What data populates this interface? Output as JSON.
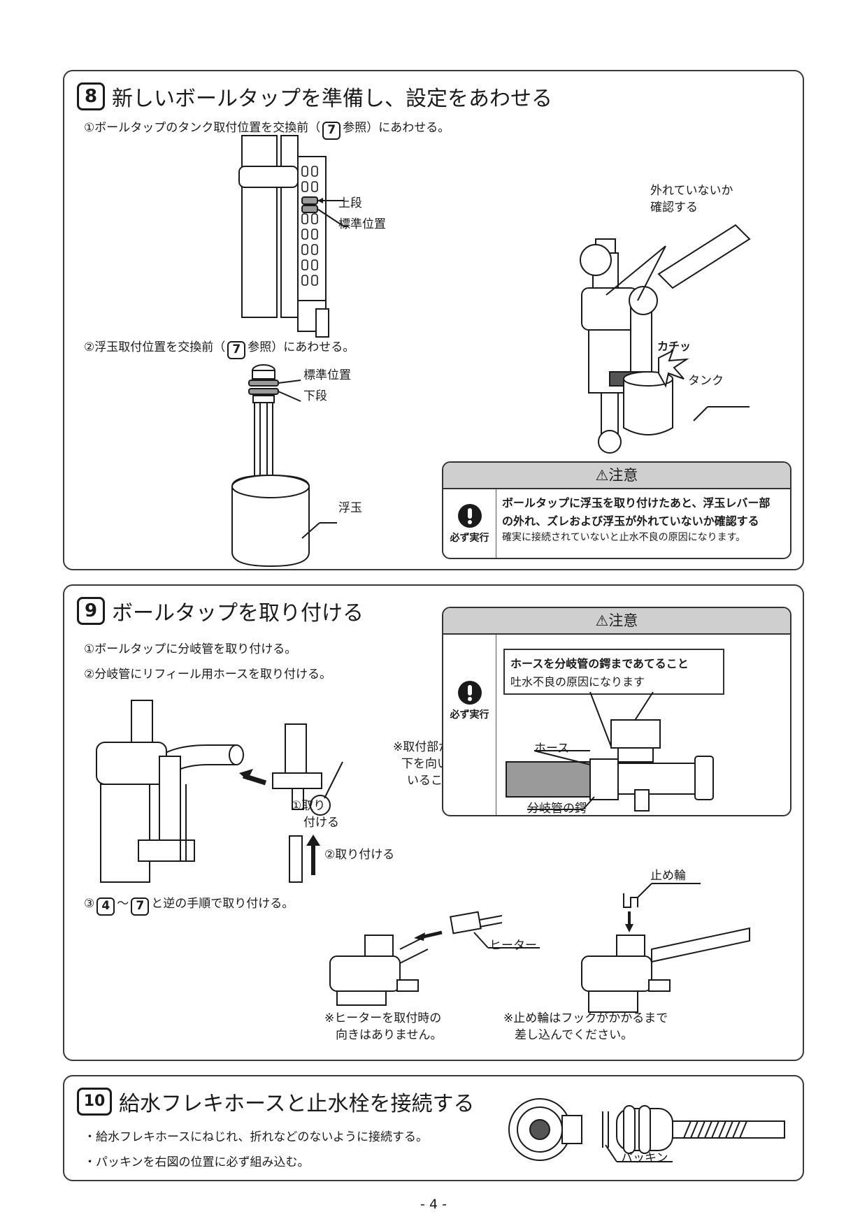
{
  "step8": {
    "number": "8",
    "title": "新しいボールタップを準備し、設定をあわせる",
    "instr1_pre": "①ボールタップのタンク取付位置を交換前（",
    "instr1_ref": "7",
    "instr1_post": "参照）にあわせる。",
    "label_upper": "上段",
    "label_standard": "標準位置",
    "instr2_pre": "②浮玉取付位置を交換前（",
    "instr2_ref": "7",
    "instr2_post": "参照）にあわせる。",
    "label_float_standard": "標準位置",
    "label_lower": "下段",
    "label_float": "浮玉",
    "label_check_line1": "外れていないか",
    "label_check_line2": "確認する",
    "label_click": "カチッ",
    "label_tank": "タンク",
    "caution": {
      "heading": "⚠注意",
      "must_label": "必ず実行",
      "line1": "ボールタップに浮玉を取り付けたあと、浮玉レバー部",
      "line2": "の外れ、ズレおよび浮玉が外れていないか確認する",
      "line3": "確実に接続されていないと止水不良の原因になります。"
    }
  },
  "step9": {
    "number": "9",
    "title": "ボールタップを取り付ける",
    "instr1": "①ボールタップに分岐管を取り付ける。",
    "instr2": "②分岐管にリフィール用ホースを取り付ける。",
    "note_line1": "※取付部が",
    "note_line2": "下を向いて",
    "note_line3": "いること",
    "label_attach1_line1": "①取り",
    "label_attach1_line2": "付ける",
    "label_attach2": "②取り付ける",
    "instr3_pre": "③",
    "instr3_ref1": "4",
    "instr3_mid": "～",
    "instr3_ref2": "7",
    "instr3_post": "と逆の手順で取り付ける。",
    "label_heater": "ヒーター",
    "label_ring": "止め輪",
    "note_heater_line1": "※ヒーターを取付時の",
    "note_heater_line2": "向きはありません。",
    "note_ring_line1": "※止め輪はフックがかかるまで",
    "note_ring_line2": "差し込んでください。",
    "caution": {
      "heading": "⚠注意",
      "must_label": "必ず実行",
      "box_bold": "ホースを分岐管の鍔まであてること",
      "box_normal": "吐水不良の原因になります",
      "label_hose": "ホース",
      "label_flange": "分岐管の鍔"
    }
  },
  "step10": {
    "number": "10",
    "title": "給水フレキホースと止水栓を接続する",
    "bullet1": "・給水フレキホースにねじれ、折れなどのないように接続する。",
    "bullet2": "・パッキンを右図の位置に必ず組み込む。",
    "label_packing": "パッキン"
  },
  "page_number": "- 4 -"
}
